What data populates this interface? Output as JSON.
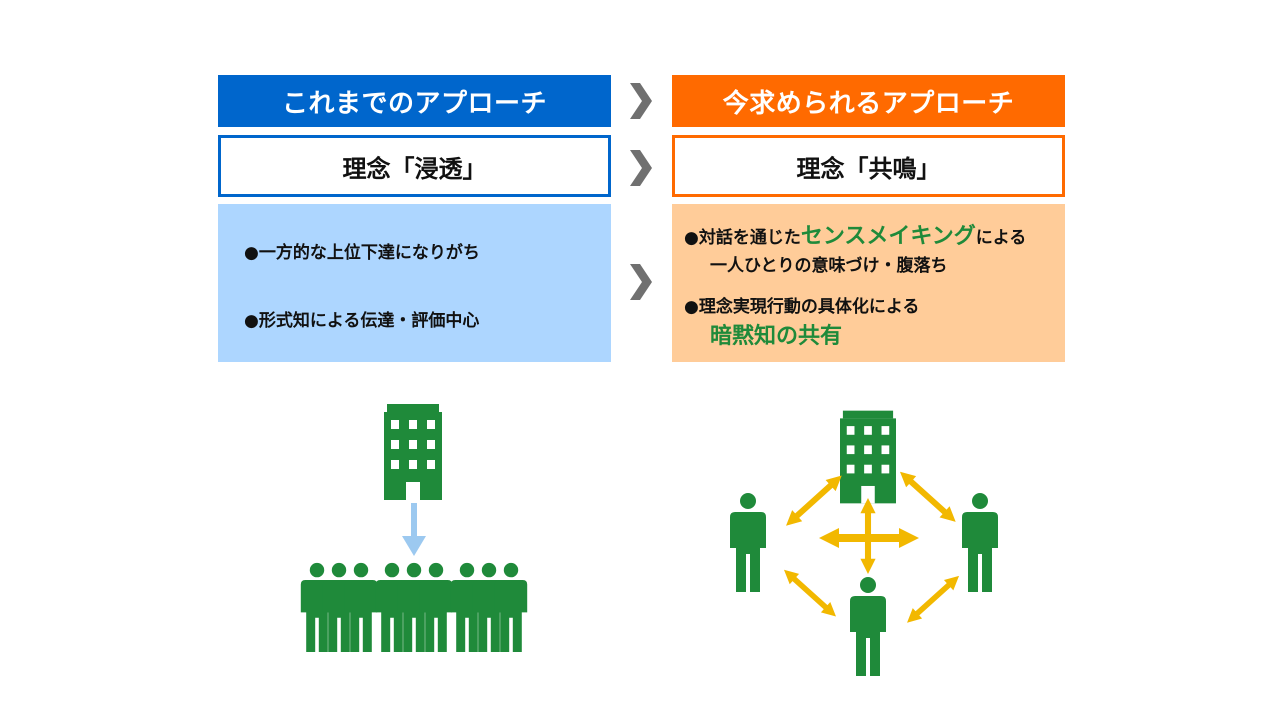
{
  "left": {
    "header": "これまでのアプローチ",
    "subheader": "理念「浸透」",
    "bullets": [
      "●一方的な上位下達になりがち",
      "●形式知による伝達・評価中心"
    ]
  },
  "right": {
    "header": "今求められるアプローチ",
    "subheader": "理念「共鳴」",
    "bullet1": {
      "pre": "●対話を通じた",
      "highlight": "センスメイキング",
      "post": "による",
      "line2": "一人ひとりの意味づけ・腹落ち"
    },
    "bullet2": {
      "line1": "●理念実現行動の具体化による",
      "highlight": "暗黙知の共有"
    }
  },
  "colors": {
    "left_accent": "#0066cc",
    "left_panel": "#add6ff",
    "right_accent": "#ff6a00",
    "right_panel": "#ffcc99",
    "figure_green": "#1f8a3a",
    "down_arrow": "#9cc9f0",
    "network_arrow": "#f2b800",
    "chevron": "#707070",
    "highlight_text": "#1f8a3a"
  },
  "icons": {
    "building": "building-icon",
    "person": "person-icon",
    "chevron": "chevron-right-icon"
  }
}
